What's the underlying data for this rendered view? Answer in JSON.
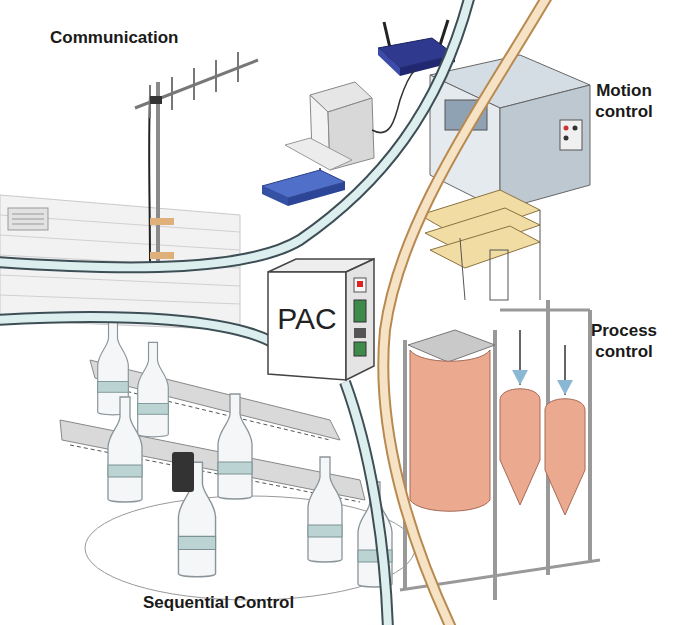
{
  "diagram": {
    "nodes": [
      {
        "text": [
          "PAC"
        ]
      }
    ],
    "labels": [
      "Communication",
      "Motion control",
      "Process control",
      "Sequential Control"
    ]
  }
}
